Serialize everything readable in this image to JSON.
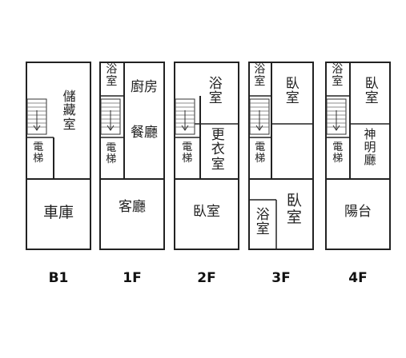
{
  "floors": [
    {
      "label": "B1",
      "rooms": {
        "storage": "儲藏室",
        "elevator": "電梯",
        "garage": "車庫"
      }
    },
    {
      "label": "1F",
      "rooms": {
        "bath": "浴室",
        "kitchen": "廚房",
        "dining": "餐廳",
        "elevator": "電梯",
        "living": "客廳"
      }
    },
    {
      "label": "2F",
      "rooms": {
        "bath": "浴室",
        "dressing": "更衣室",
        "elevator": "電梯",
        "bedroom": "臥室"
      }
    },
    {
      "label": "3F",
      "rooms": {
        "bath_top": "浴室",
        "bedroom_top": "臥室",
        "elevator": "電梯",
        "bath_bottom": "浴室",
        "bedroom_bottom": "臥室"
      }
    },
    {
      "label": "4F",
      "rooms": {
        "bath": "浴室",
        "bedroom": "臥室",
        "shrine": "神明廳",
        "elevator": "電梯",
        "balcony": "陽台"
      }
    }
  ]
}
